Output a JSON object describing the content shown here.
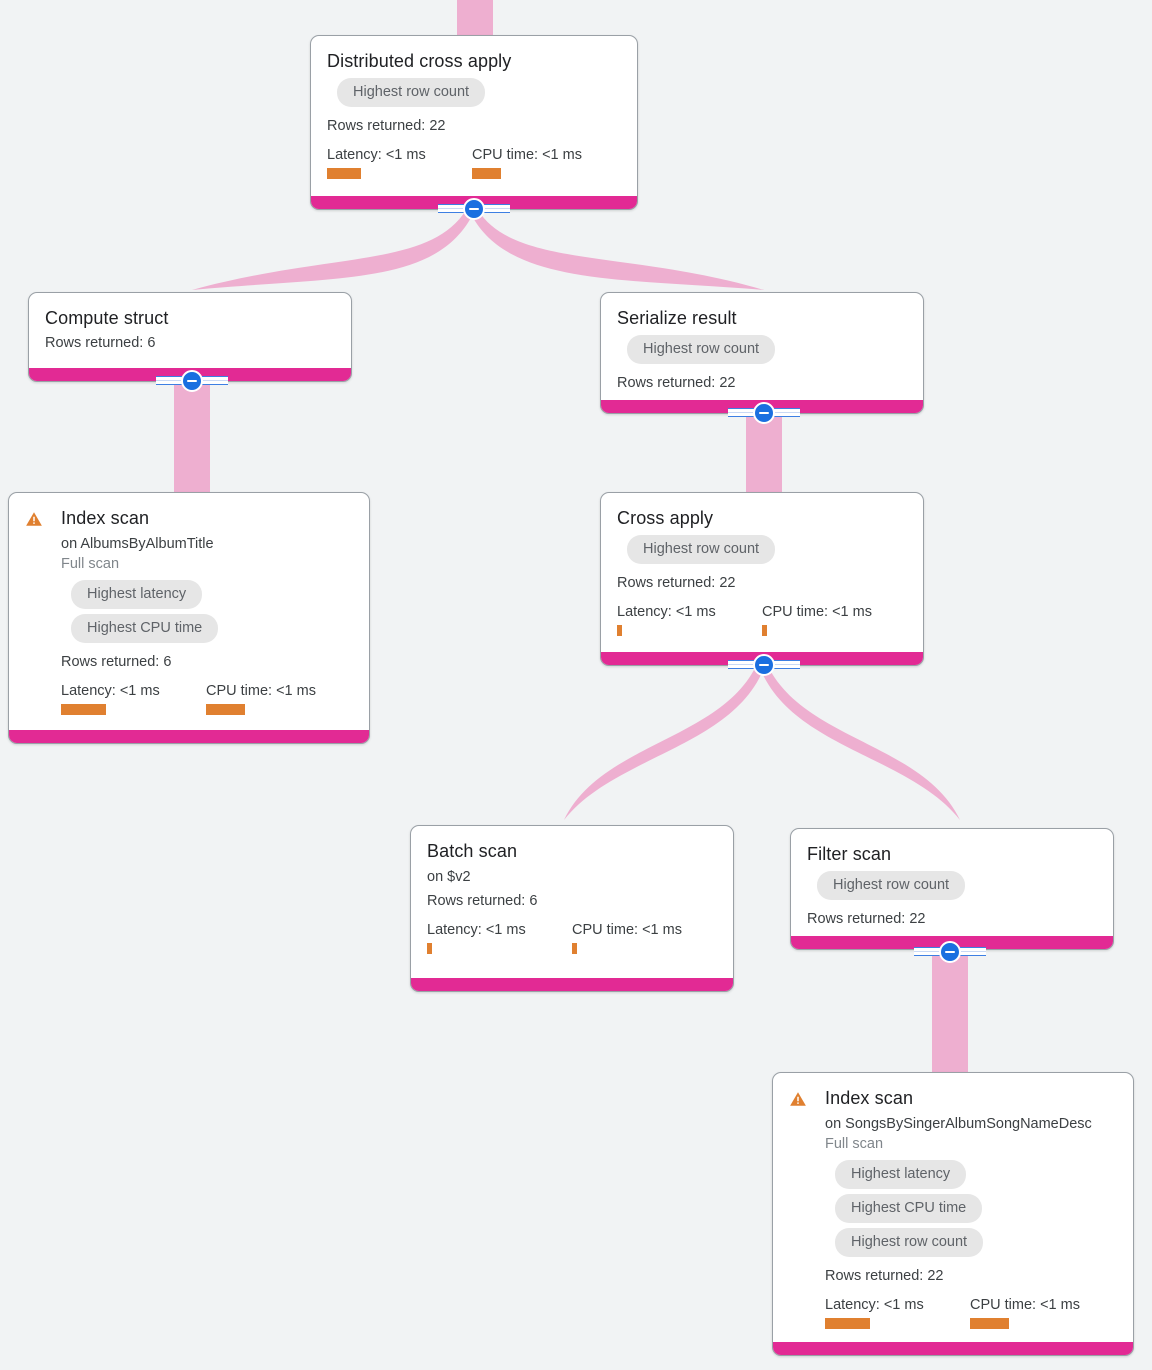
{
  "theme": {
    "background": "#f1f3f4",
    "node_border": "#9aa0a6",
    "accent_bar": "#e22a94",
    "edge": "#eeafd0",
    "badge_bg": "#e6e6e6",
    "badge_text": "#5f6368",
    "metric_bar": "#e08030",
    "warning": "#e08030",
    "toggle": "#1a6fe0"
  },
  "labels": {
    "rows_returned_prefix": "Rows returned: ",
    "latency_prefix": "Latency: ",
    "cpu_prefix": "CPU time: ",
    "collapse_toggle": "collapse-node"
  },
  "nodes": [
    {
      "id": "distributed-cross-apply",
      "title": "Distributed cross apply",
      "subtitle": null,
      "scan_type": null,
      "warning": false,
      "badges": [
        "Highest row count"
      ],
      "rows_returned": "Rows returned: 22",
      "latency": "Latency: <1 ms",
      "cpu_time": "CPU time: <1 ms",
      "latency_bar_width": 34,
      "cpu_bar_width": 29,
      "has_toggle": true
    },
    {
      "id": "compute-struct",
      "title": "Compute struct",
      "subtitle": null,
      "scan_type": null,
      "warning": false,
      "badges": [],
      "rows_returned": "Rows returned: 6",
      "latency": null,
      "cpu_time": null,
      "latency_bar_width": 0,
      "cpu_bar_width": 0,
      "has_toggle": true
    },
    {
      "id": "serialize-result",
      "title": "Serialize result",
      "subtitle": null,
      "scan_type": null,
      "warning": false,
      "badges": [
        "Highest row count"
      ],
      "rows_returned": "Rows returned: 22",
      "latency": null,
      "cpu_time": null,
      "latency_bar_width": 0,
      "cpu_bar_width": 0,
      "has_toggle": true
    },
    {
      "id": "index-scan-albums",
      "title": "Index scan",
      "subtitle": "on AlbumsByAlbumTitle",
      "scan_type": "Full scan",
      "warning": true,
      "badges": [
        "Highest latency",
        "Highest CPU time"
      ],
      "rows_returned": "Rows returned: 6",
      "latency": "Latency: <1 ms",
      "cpu_time": "CPU time: <1 ms",
      "latency_bar_width": 45,
      "cpu_bar_width": 39,
      "has_toggle": false
    },
    {
      "id": "cross-apply",
      "title": "Cross apply",
      "subtitle": null,
      "scan_type": null,
      "warning": false,
      "badges": [
        "Highest row count"
      ],
      "rows_returned": "Rows returned: 22",
      "latency": "Latency: <1 ms",
      "cpu_time": "CPU time: <1 ms",
      "latency_bar_width": 5,
      "cpu_bar_width": 5,
      "has_toggle": true
    },
    {
      "id": "batch-scan",
      "title": "Batch scan",
      "subtitle": "on $v2",
      "scan_type": null,
      "warning": false,
      "badges": [],
      "rows_returned": "Rows returned: 6",
      "latency": "Latency: <1 ms",
      "cpu_time": "CPU time: <1 ms",
      "latency_bar_width": 5,
      "cpu_bar_width": 5,
      "has_toggle": false
    },
    {
      "id": "filter-scan",
      "title": "Filter scan",
      "subtitle": null,
      "scan_type": null,
      "warning": false,
      "badges": [
        "Highest row count"
      ],
      "rows_returned": "Rows returned: 22",
      "latency": null,
      "cpu_time": null,
      "latency_bar_width": 0,
      "cpu_bar_width": 0,
      "has_toggle": true
    },
    {
      "id": "index-scan-songs",
      "title": "Index scan",
      "subtitle": "on SongsBySingerAlbumSongNameDesc",
      "scan_type": "Full scan",
      "warning": true,
      "badges": [
        "Highest latency",
        "Highest CPU time",
        "Highest row count"
      ],
      "rows_returned": "Rows returned: 22",
      "latency": "Latency: <1 ms",
      "cpu_time": "CPU time: <1 ms",
      "latency_bar_width": 45,
      "cpu_bar_width": 39,
      "has_toggle": false
    }
  ]
}
